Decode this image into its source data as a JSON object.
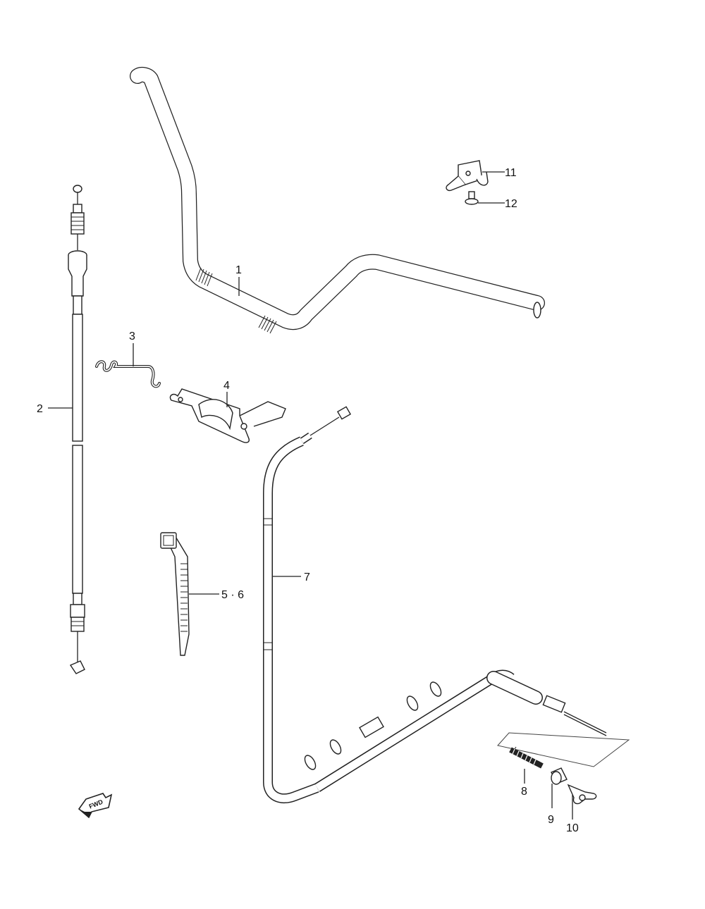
{
  "callouts": {
    "c1": "1",
    "c2": "2",
    "c3": "3",
    "c4": "4",
    "c56": "5 · 6",
    "c7": "7",
    "c8": "8",
    "c9": "9",
    "c10": "10",
    "c11": "11",
    "c12": "12"
  },
  "fwd_label": "FWD",
  "icons": [
    "fwd-arrow-icon"
  ]
}
